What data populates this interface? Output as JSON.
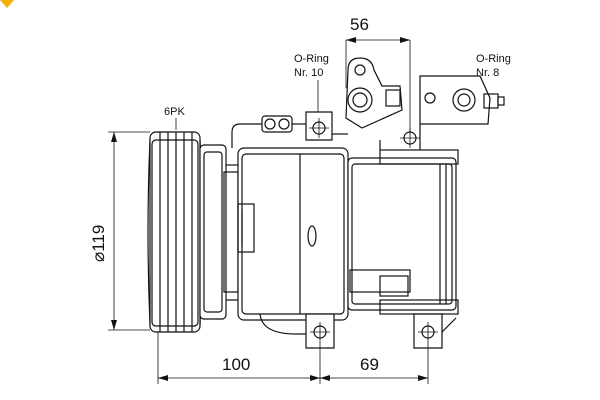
{
  "labels": {
    "belt": "6PK",
    "oring_left_line1": "O-Ring",
    "oring_left_line2": "Nr. 10",
    "oring_right_line1": "O-Ring",
    "oring_right_line2": "Nr. 8"
  },
  "dimensions": {
    "top_width": "56",
    "diameter": "⌀119",
    "bottom_left": "100",
    "bottom_right": "69"
  },
  "colors": {
    "line": "#111111",
    "background": "#ffffff",
    "corner_mark": "#f2b200"
  }
}
